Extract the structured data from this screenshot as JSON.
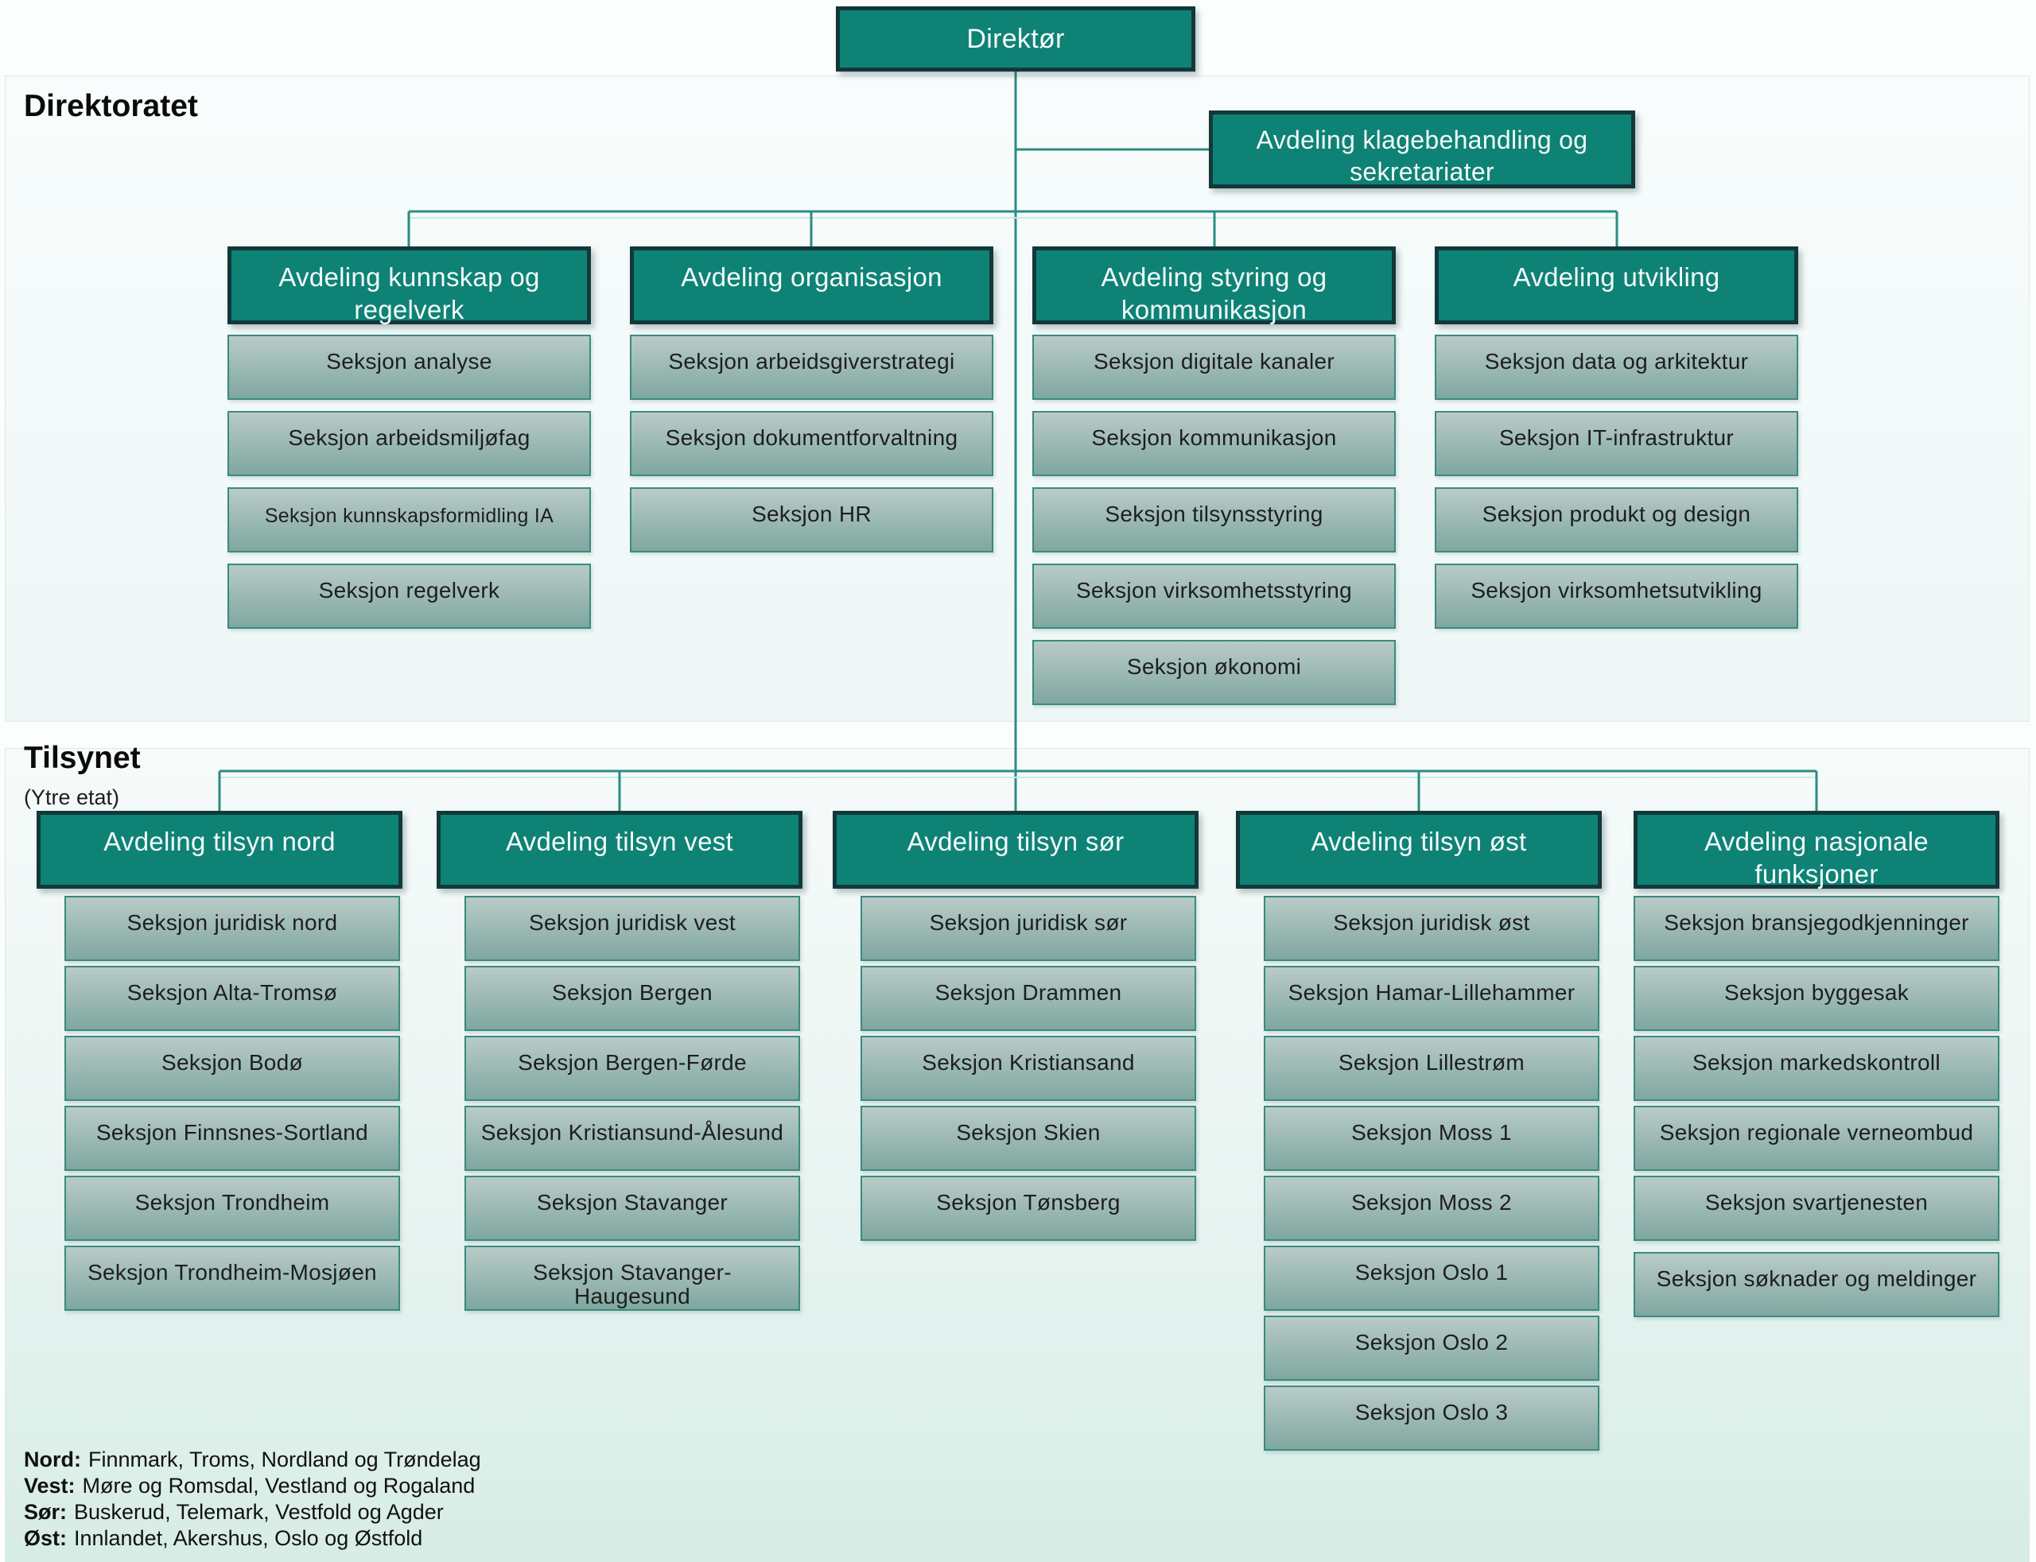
{
  "root": {
    "label": "Direktør"
  },
  "bands": {
    "direktoratet_label": "Direktoratet",
    "tilsynet_label": "Tilsynet",
    "tilsynet_sublabel": "(Ytre etat)"
  },
  "klagebehandling": {
    "label": "Avdeling klagebehandling og sekretariater"
  },
  "direktoratet_columns": [
    {
      "title": "Avdeling kunnskap og regelverk",
      "sections": [
        "Seksjon analyse",
        "Seksjon arbeidsmiljøfag",
        "Seksjon kunnskapsformidling IA",
        "Seksjon regelverk"
      ]
    },
    {
      "title": "Avdeling organisasjon",
      "sections": [
        "Seksjon arbeidsgiverstrategi",
        "Seksjon dokumentforvaltning",
        "Seksjon HR"
      ]
    },
    {
      "title": "Avdeling styring og kommunikasjon",
      "sections": [
        "Seksjon digitale kanaler",
        "Seksjon kommunikasjon",
        "Seksjon tilsynsstyring",
        "Seksjon virksomhetsstyring",
        "Seksjon økonomi"
      ]
    },
    {
      "title": "Avdeling utvikling",
      "sections": [
        "Seksjon data og arkitektur",
        "Seksjon IT-infrastruktur",
        "Seksjon produkt og design",
        "Seksjon virksomhetsutvikling"
      ]
    }
  ],
  "tilsynet_columns": [
    {
      "title": "Avdeling tilsyn nord",
      "sections": [
        "Seksjon juridisk nord",
        "Seksjon Alta-Tromsø",
        "Seksjon Bodø",
        "Seksjon Finnsnes-Sortland",
        "Seksjon Trondheim",
        "Seksjon Trondheim-Mosjøen"
      ]
    },
    {
      "title": "Avdeling tilsyn vest",
      "sections": [
        "Seksjon juridisk vest",
        "Seksjon Bergen",
        "Seksjon Bergen-Førde",
        "Seksjon Kristiansund-Ålesund",
        "Seksjon Stavanger",
        "Seksjon Stavanger-Haugesund"
      ]
    },
    {
      "title": "Avdeling tilsyn sør",
      "sections": [
        "Seksjon juridisk sør",
        "Seksjon Drammen",
        "Seksjon Kristiansand",
        "Seksjon Skien",
        "Seksjon Tønsberg"
      ]
    },
    {
      "title": "Avdeling tilsyn øst",
      "sections": [
        "Seksjon juridisk øst",
        "Seksjon Hamar-Lillehammer",
        "Seksjon Lillestrøm",
        "Seksjon Moss 1",
        "Seksjon Moss 2",
        "Seksjon Oslo 1",
        "Seksjon Oslo 2",
        "Seksjon Oslo 3"
      ]
    },
    {
      "title": "Avdeling nasjonale funksjoner",
      "sections": [
        "Seksjon bransjegodkjenninger",
        "Seksjon byggesak",
        "Seksjon markedskontroll",
        "Seksjon regionale verneombud",
        "Seksjon svartjenesten",
        "Seksjon søknader og meldinger"
      ]
    }
  ],
  "footnotes": [
    {
      "label": "Nord:",
      "text": "Finnmark, Troms, Nordland og Trøndelag"
    },
    {
      "label": "Vest:",
      "text": "Møre og Romsdal, Vestland og Rogaland"
    },
    {
      "label": "Sør:",
      "text": "Buskerud, Telemark, Vestfold og Agder"
    },
    {
      "label": "Øst:",
      "text": "Innlandet, Akershus, Oslo og Østfold"
    }
  ],
  "colors": {
    "header_fill": "#0F8276",
    "header_border": "#12383A",
    "section_top": "#B9CBC7",
    "section_bottom": "#7FA7A0",
    "section_border": "#398B80",
    "connector": "#2B8C82"
  }
}
